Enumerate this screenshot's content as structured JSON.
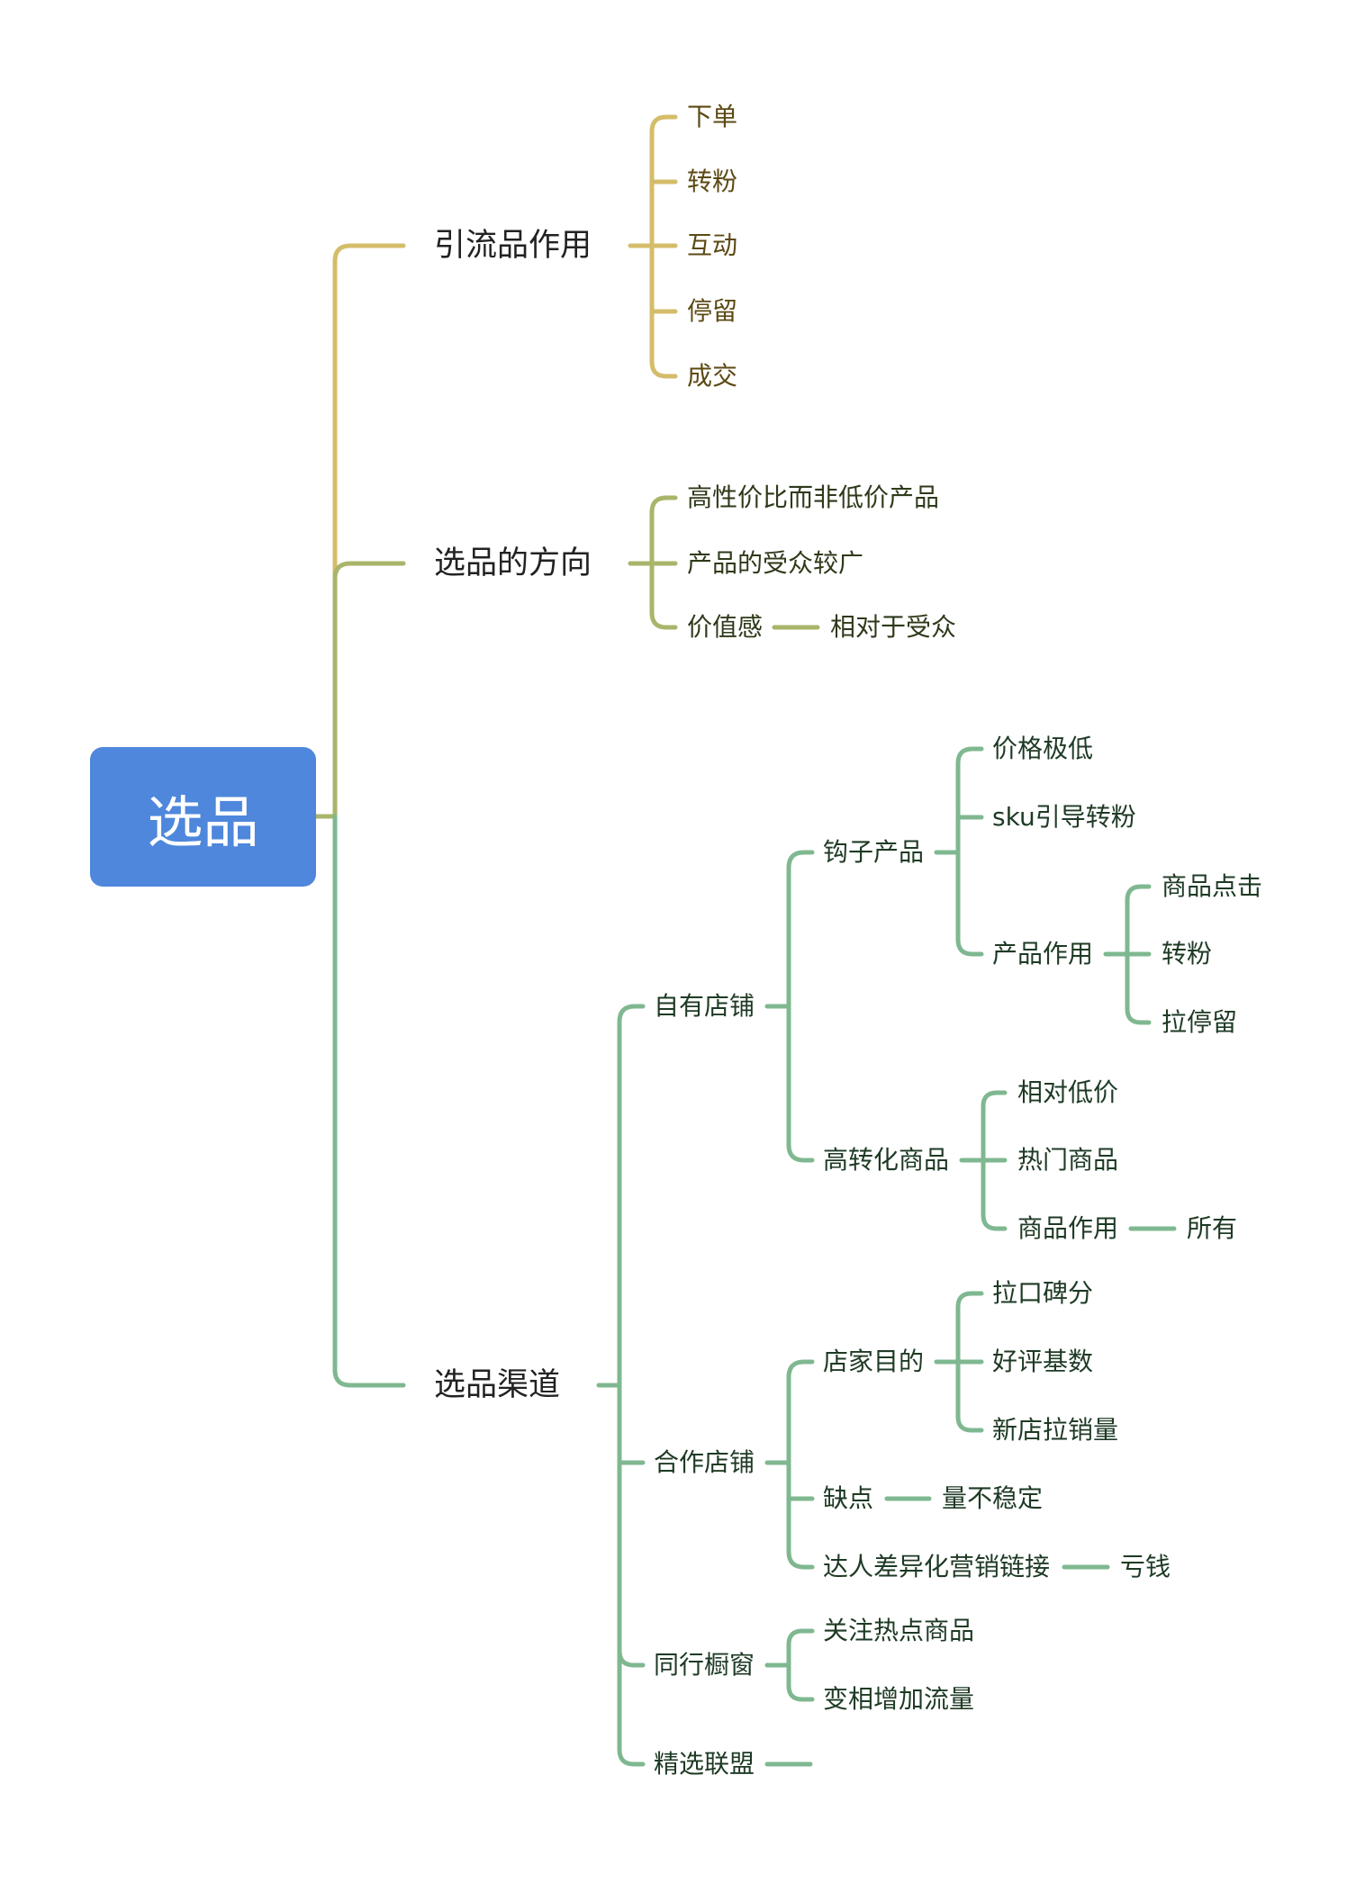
{
  "root": {
    "label": "选品"
  },
  "colors": {
    "root_fill": "#4e87dc",
    "branch_yellow": "#d4bd6a",
    "branch_olive": "#a9b56a",
    "branch_green": "#7fb890"
  },
  "branches": {
    "b1": {
      "label": "引流品作用",
      "children": [
        "下单",
        "转粉",
        "互动",
        "停留",
        "成交"
      ]
    },
    "b2": {
      "label": "选品的方向",
      "children": [
        "高性价比而非低价产品",
        "产品的受众较广",
        "价值感",
        "相对于受众"
      ]
    },
    "b3": {
      "label": "选品渠道",
      "own_store": {
        "label": "自有店铺",
        "hook": {
          "label": "钩子产品",
          "items": [
            "价格极低",
            "sku引导转粉"
          ],
          "role": {
            "label": "产品作用",
            "items": [
              "商品点击",
              "转粉",
              "拉停留"
            ]
          }
        },
        "high_conv": {
          "label": "高转化商品",
          "items": [
            "相对低价",
            "热门商品"
          ],
          "role": {
            "label": "商品作用",
            "value": "所有"
          }
        }
      },
      "partner_store": {
        "label": "合作店铺",
        "purpose": {
          "label": "店家目的",
          "items": [
            "拉口碑分",
            "好评基数",
            "新店拉销量"
          ]
        },
        "drawback": {
          "label": "缺点",
          "value": "量不稳定"
        },
        "influencer": {
          "label": "达人差异化营销链接",
          "value": "亏钱"
        }
      },
      "peer_window": {
        "label": "同行橱窗",
        "items": [
          "关注热点商品",
          "变相增加流量"
        ]
      },
      "selected_alliance": {
        "label": "精选联盟"
      }
    }
  }
}
